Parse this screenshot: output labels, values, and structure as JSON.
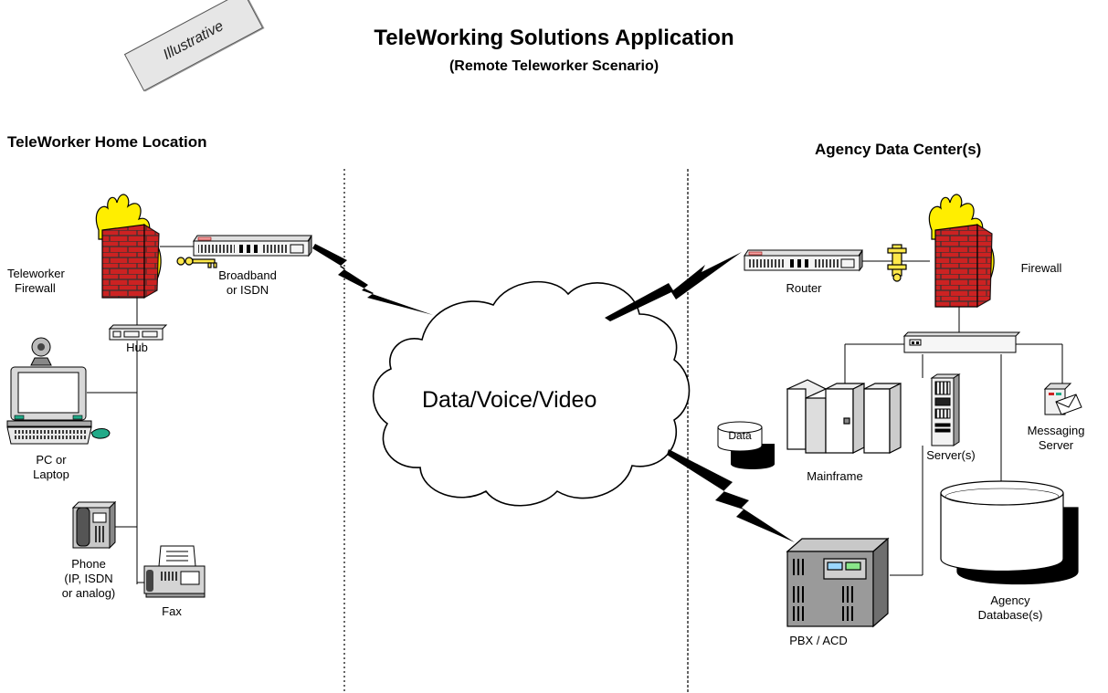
{
  "title": "TeleWorking Solutions Application",
  "subtitle": "(Remote Teleworker Scenario)",
  "stamp": "Illustrative",
  "sections": {
    "home": "TeleWorker Home Location",
    "agency": "Agency Data Center(s)"
  },
  "cloud": "Data/Voice/Video",
  "home_labels": {
    "firewall_line1": "Teleworker",
    "firewall_line2": "Firewall",
    "broadband_line1": "Broadband",
    "broadband_line2": "or ISDN",
    "hub": "Hub",
    "pc_line1": "PC or",
    "pc_line2": "Laptop",
    "phone_line1": "Phone",
    "phone_line2": "(IP, ISDN",
    "phone_line3": "or analog)",
    "fax": "Fax"
  },
  "agency_labels": {
    "router": "Router",
    "firewall": "Firewall",
    "data": "Data",
    "mainframe": "Mainframe",
    "servers": "Server(s)",
    "messaging_line1": "Messaging",
    "messaging_line2": "Server",
    "database_line1": "Agency",
    "database_line2": "Database(s)",
    "pbx": "PBX / ACD"
  },
  "colors": {
    "brick": "#cc2222",
    "flame": "#ffee00",
    "device_gray": "#bfbfbf",
    "pbx_body": "#9a9a9a",
    "screen_accent": "#22aa88"
  }
}
